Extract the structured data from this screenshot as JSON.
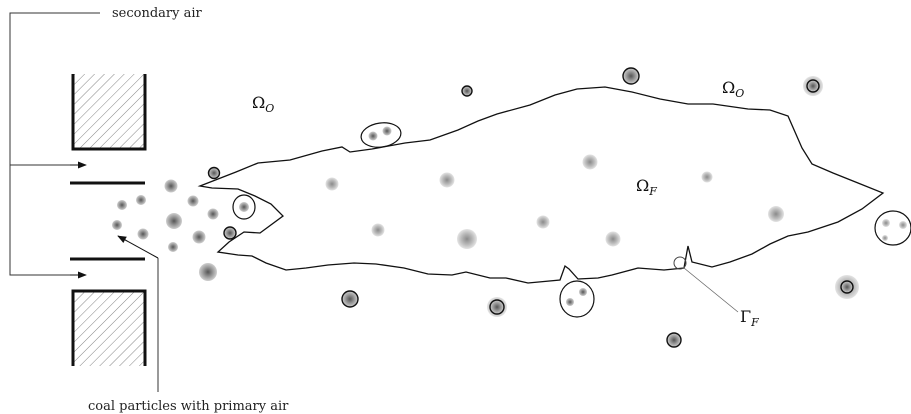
{
  "labels": {
    "secondary_air": "secondary air",
    "primary_air": "coal particles with primary air",
    "omega_o_left": {
      "sym": "Ω",
      "sub": "O"
    },
    "omega_o_right": {
      "sym": "Ω",
      "sub": "O"
    },
    "omega_f": {
      "sym": "Ω",
      "sub": "F"
    },
    "gamma_f": {
      "sym": "Γ",
      "sub": "F"
    }
  }
}
